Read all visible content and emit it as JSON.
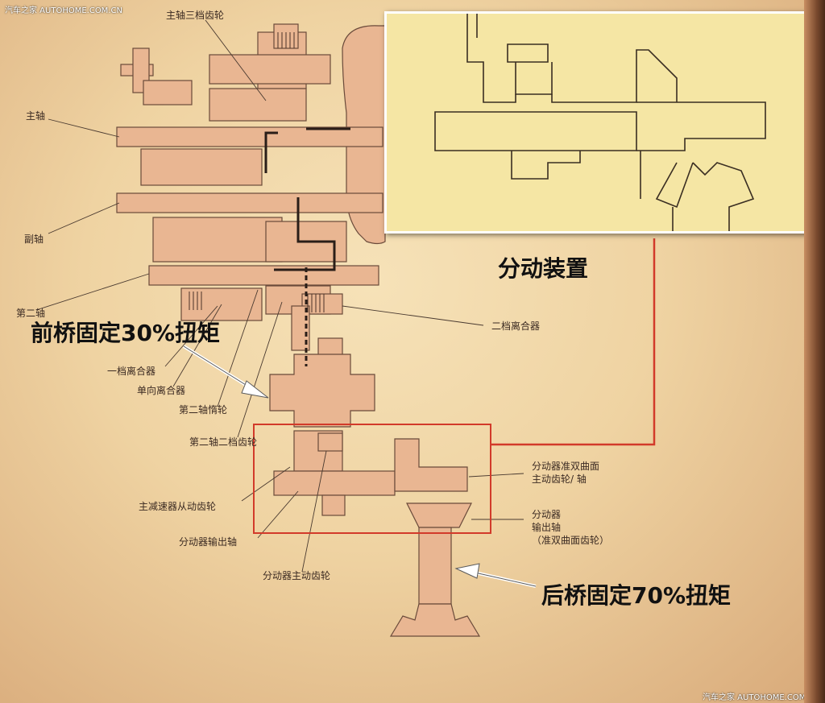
{
  "watermark": {
    "top_left": "汽车之家  AUTOHOME.COM.CN",
    "bottom_right": "汽车之家  AUTOHOME.COM.CN"
  },
  "labels": {
    "main_shaft_third_gear": "主轴三档齿轮",
    "main_shaft": "主轴",
    "countershaft": "副轴",
    "second_shaft": "第二轴",
    "first_gear_clutch": "一档离合器",
    "one_way_clutch": "单向离合器",
    "second_shaft_idler": "第二轴惰轮",
    "second_shaft_second_gear": "第二轴二档齿轮",
    "final_drive_driven_gear": "主减速器从动齿轮",
    "transfer_output_shaft": "分动器输出轴",
    "transfer_drive_gear": "分动器主动齿轮",
    "second_gear_clutch": "二档离合器",
    "transfer_hypoid_drive_line1": "分动器准双曲面",
    "transfer_hypoid_drive_line2": "主动齿轮/ 轴",
    "transfer_output_line1": "分动器",
    "transfer_output_line2": "输出轴",
    "transfer_output_line3": "（准双曲面齿轮）"
  },
  "callouts": {
    "transfer_unit": "分动装置",
    "front_axle": "前桥固定30%扭矩",
    "rear_axle": "后桥固定70%扭矩"
  },
  "colors": {
    "part_fill": "#e9b692",
    "part_stroke": "#6a4a3a",
    "highlight": "#d23a2a",
    "inset_bg": "#f5e6a4",
    "arrow": "#ffffff"
  }
}
